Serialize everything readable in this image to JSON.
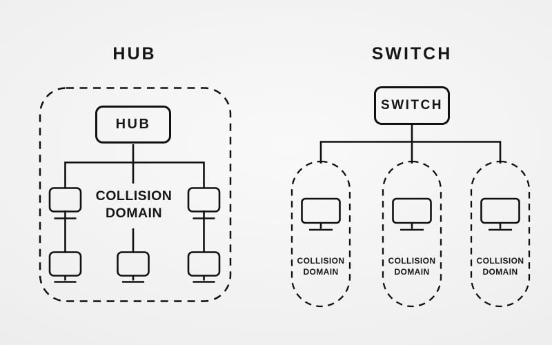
{
  "colors": {
    "line": "#111111",
    "text": "#161616",
    "background_inner": "#f9f9f9",
    "background_outer": "#e2e2e2"
  },
  "hub_section": {
    "title": "HUB",
    "device_label": "HUB",
    "collision_domain_label": "COLLISION DOMAIN",
    "collision_domain_count": 1,
    "workstation_count": 5
  },
  "switch_section": {
    "title": "SWITCH",
    "device_label": "SWITCH",
    "collision_domains": [
      {
        "label": "COLLISION DOMAIN",
        "workstation_count": 1
      },
      {
        "label": "COLLISION DOMAIN",
        "workstation_count": 1
      },
      {
        "label": "COLLISION DOMAIN",
        "workstation_count": 1
      }
    ]
  }
}
